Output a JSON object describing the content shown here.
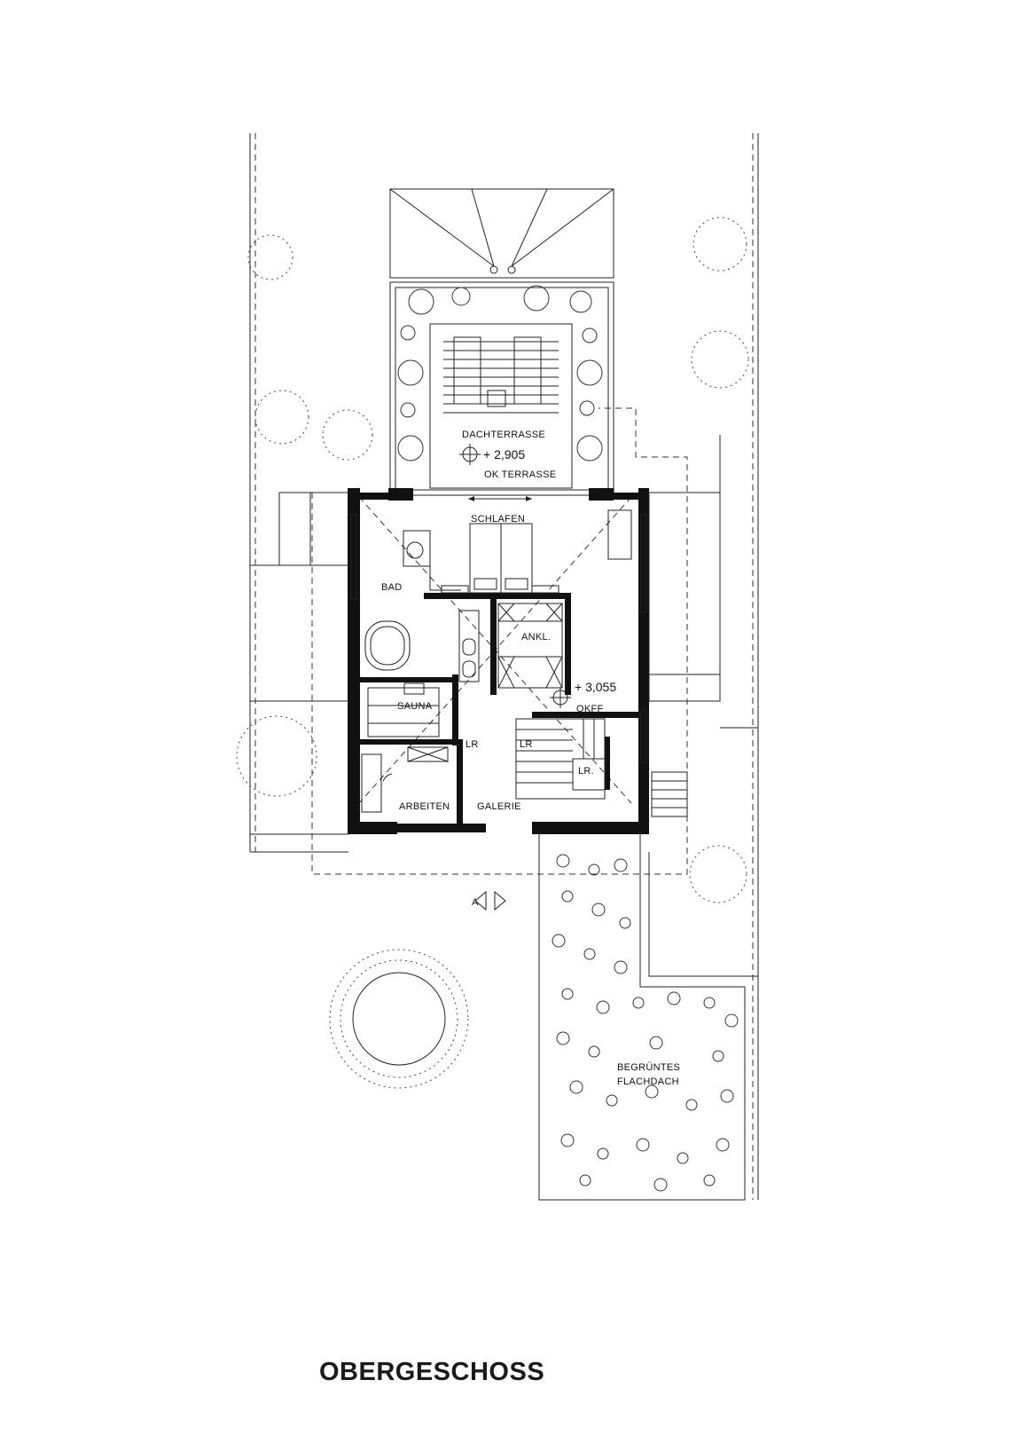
{
  "rooms": {
    "dachterrasse": "DACHTERRASSE",
    "schlafen": "SCHLAFEN",
    "bad": "BAD",
    "ankl": "ANKL.",
    "sauna": "SAUNA",
    "arbeiten": "ARBEITEN",
    "galerie": "GALERIE",
    "lr1": "LR",
    "lr2": "LR",
    "lr3": "LR.",
    "flachdach_line1": "BEGRÜNTES",
    "flachdach_line2": "FLACHDACH"
  },
  "levels": {
    "terrace_value": "+ 2,905",
    "terrace_label": "OK TERRASSE",
    "floor_value": "+ 3,055",
    "floor_label": "OKFF"
  },
  "section_marker": "A",
  "page_title": "OBERGESCHOSS"
}
